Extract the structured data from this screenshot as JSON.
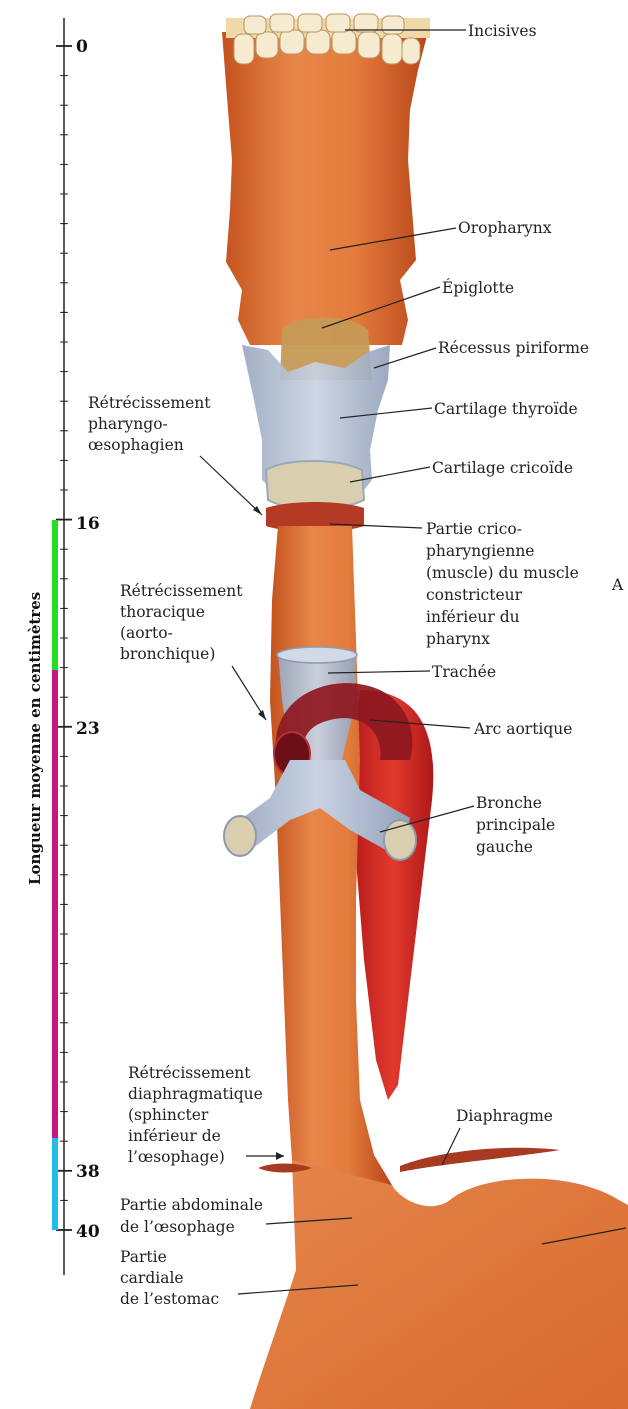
{
  "axis": {
    "title": "Longueur moyenne en centimètres",
    "ticks": [
      "0",
      "16",
      "23",
      "38",
      "40"
    ]
  },
  "segments": {
    "colors": {
      "pharynx": "#22dd22",
      "thoracic": "#c2187f",
      "abdominal": "#22bde8"
    }
  },
  "labels": {
    "incisives": "Incisives",
    "oropharynx": "Oropharynx",
    "epiglotte": "Épiglotte",
    "recessus": "Récessus piriforme",
    "thyroide": "Cartilage thyroïde",
    "cricoide": "Cartilage cricoïde",
    "retrecissement_pharyngo": [
      "Rétrécissement",
      "pharyngo-",
      "œsophagien"
    ],
    "partie_crico": [
      "Partie crico-",
      "pharyngienne",
      "(muscle) du muscle",
      "constricteur",
      "inférieur du",
      "pharynx"
    ],
    "figure_letter": "A",
    "retrecissement_thoracique": [
      "Rétrécissement",
      "thoracique",
      "(aorto-",
      "bronchique)"
    ],
    "trachee": "Trachée",
    "arc_aortique": "Arc aortique",
    "bronche": [
      "Bronche",
      "principale",
      "gauche"
    ],
    "retrecissement_diaphragmatique": [
      "Rétrécissement",
      "diaphragmatique",
      "(sphincter",
      "inférieur de",
      "l’œsophage)"
    ],
    "diaphragme": "Diaphragme",
    "partie_abdominale": [
      "Partie abdominale",
      "de l’œsophage"
    ],
    "partie_cardiale": [
      "Partie",
      "cardiale",
      "de l’estomac"
    ]
  }
}
